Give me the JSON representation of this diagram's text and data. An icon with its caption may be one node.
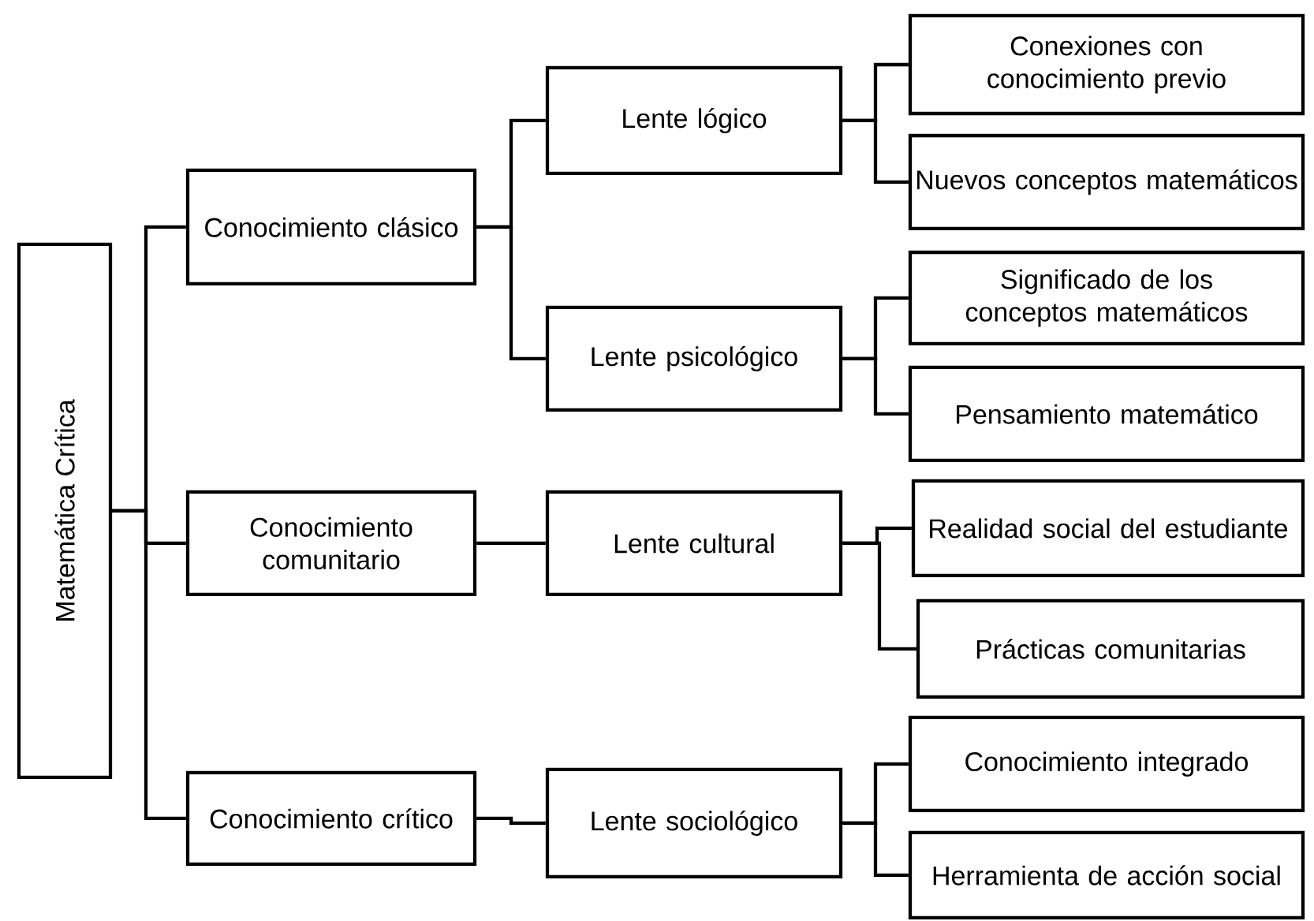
{
  "diagram": {
    "nodes": [
      {
        "text": [
          "Matemática Crítica"
        ]
      },
      {
        "text": [
          "Conocimiento clásico"
        ]
      },
      {
        "text": [
          "Lente lógico"
        ]
      },
      {
        "text": [
          "Conexiones con conocimiento previo"
        ]
      },
      {
        "text": [
          "Nuevos conceptos matemáticos"
        ]
      },
      {
        "text": [
          "Lente psicológico"
        ]
      },
      {
        "text": [
          "Significado de los conceptos matemáticos"
        ]
      },
      {
        "text": [
          "Pensamiento matemático"
        ]
      },
      {
        "text": [
          "Conocimiento comunitario"
        ]
      },
      {
        "text": [
          "Lente cultural"
        ]
      },
      {
        "text": [
          "Realidad social del estudiante"
        ]
      },
      {
        "text": [
          "Prácticas comunitarias"
        ]
      },
      {
        "text": [
          "Conocimiento crítico"
        ]
      },
      {
        "text": [
          "Lente sociológico"
        ]
      },
      {
        "text": [
          "Conocimiento integrado"
        ]
      },
      {
        "text": [
          "Herramienta de acción social"
        ]
      }
    ],
    "edges": [
      {
        "from": 0,
        "to": 1,
        "arrow": "none"
      },
      {
        "from": 0,
        "to": 8,
        "arrow": "none"
      },
      {
        "from": 0,
        "to": 12,
        "arrow": "none"
      },
      {
        "from": 1,
        "to": 2,
        "arrow": "none"
      },
      {
        "from": 1,
        "to": 5,
        "arrow": "none"
      },
      {
        "from": 2,
        "to": 3,
        "arrow": "none"
      },
      {
        "from": 2,
        "to": 4,
        "arrow": "none"
      },
      {
        "from": 5,
        "to": 6,
        "arrow": "none"
      },
      {
        "from": 5,
        "to": 7,
        "arrow": "none"
      },
      {
        "from": 8,
        "to": 9,
        "arrow": "none"
      },
      {
        "from": 9,
        "to": 10,
        "arrow": "none"
      },
      {
        "from": 9,
        "to": 11,
        "arrow": "none"
      },
      {
        "from": 12,
        "to": 13,
        "arrow": "none"
      },
      {
        "from": 13,
        "to": 14,
        "arrow": "none"
      },
      {
        "from": 13,
        "to": 15,
        "arrow": "none"
      }
    ]
  }
}
